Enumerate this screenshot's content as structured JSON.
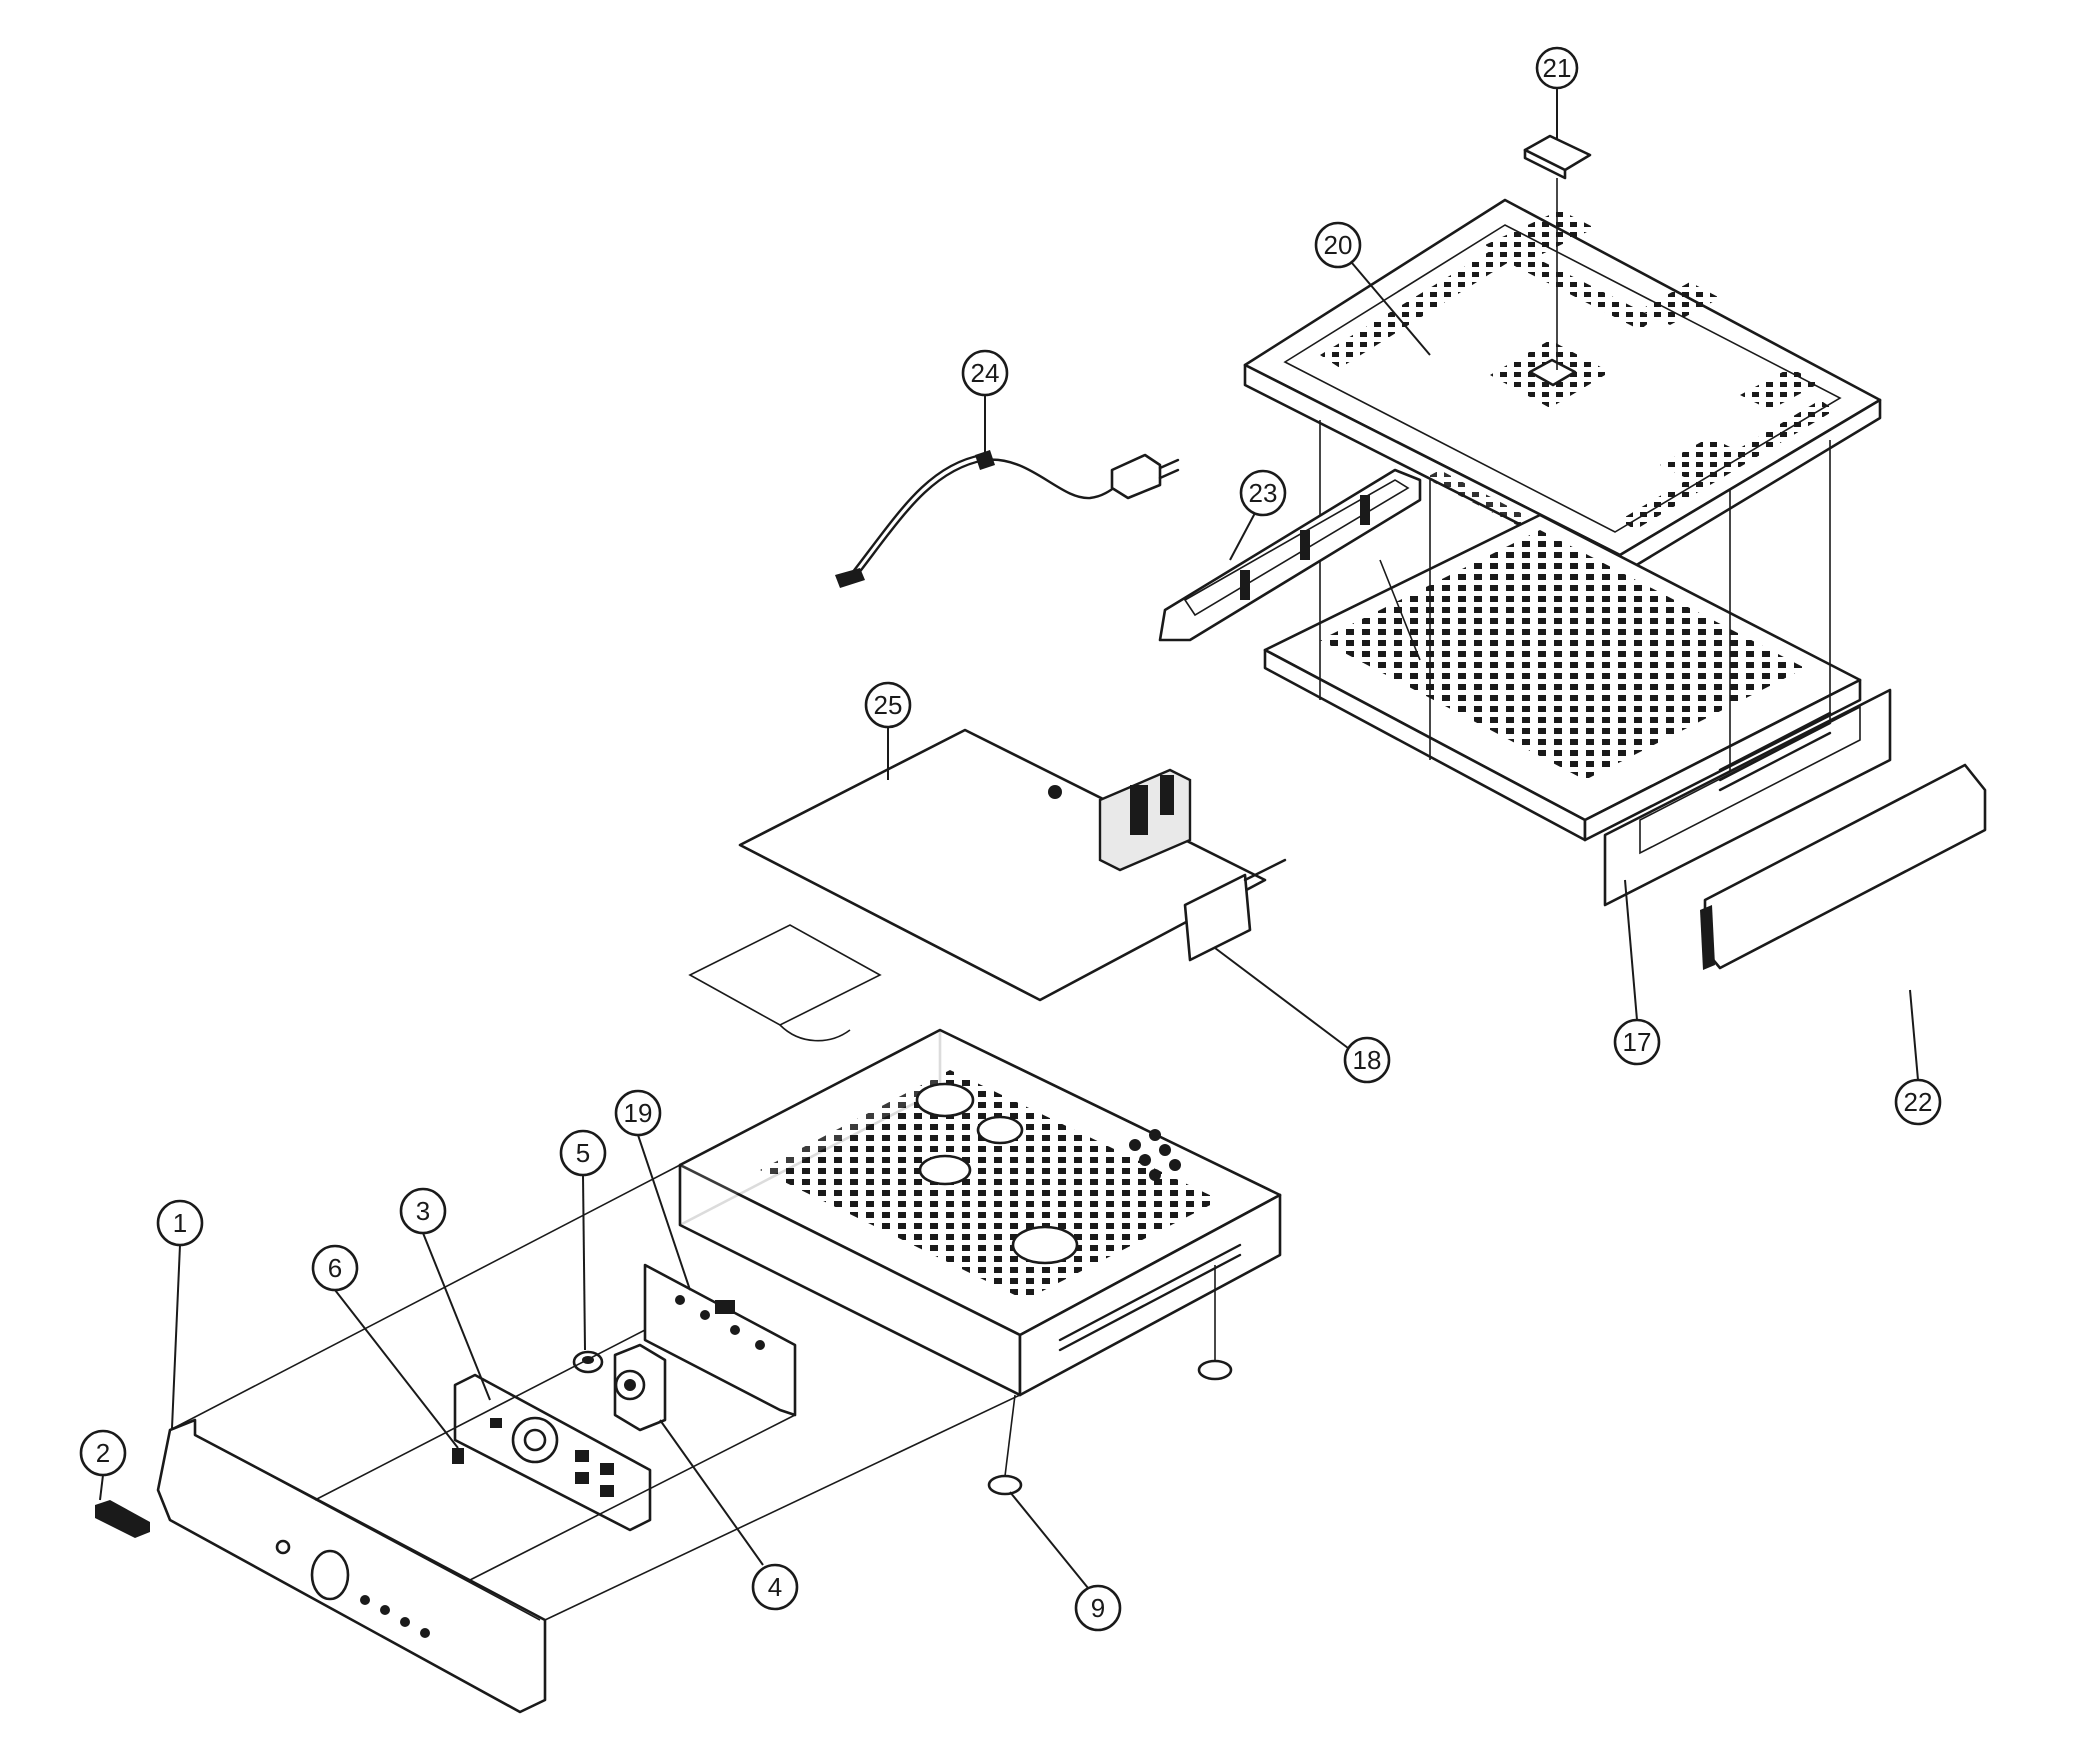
{
  "diagram": {
    "type": "exploded-parts-view",
    "colors": {
      "ink": "#1a1a1a",
      "paper": "#ffffff",
      "shade": "#e9e9e9"
    },
    "callouts": [
      {
        "id": "1",
        "label": "1"
      },
      {
        "id": "2",
        "label": "2"
      },
      {
        "id": "3",
        "label": "3"
      },
      {
        "id": "4",
        "label": "4"
      },
      {
        "id": "5",
        "label": "5"
      },
      {
        "id": "6",
        "label": "6"
      },
      {
        "id": "9",
        "label": "9"
      },
      {
        "id": "17",
        "label": "17"
      },
      {
        "id": "18",
        "label": "18"
      },
      {
        "id": "19",
        "label": "19"
      },
      {
        "id": "20",
        "label": "20"
      },
      {
        "id": "21",
        "label": "21"
      },
      {
        "id": "22",
        "label": "22"
      },
      {
        "id": "23",
        "label": "23"
      },
      {
        "id": "24",
        "label": "24"
      },
      {
        "id": "25",
        "label": "25"
      }
    ]
  }
}
